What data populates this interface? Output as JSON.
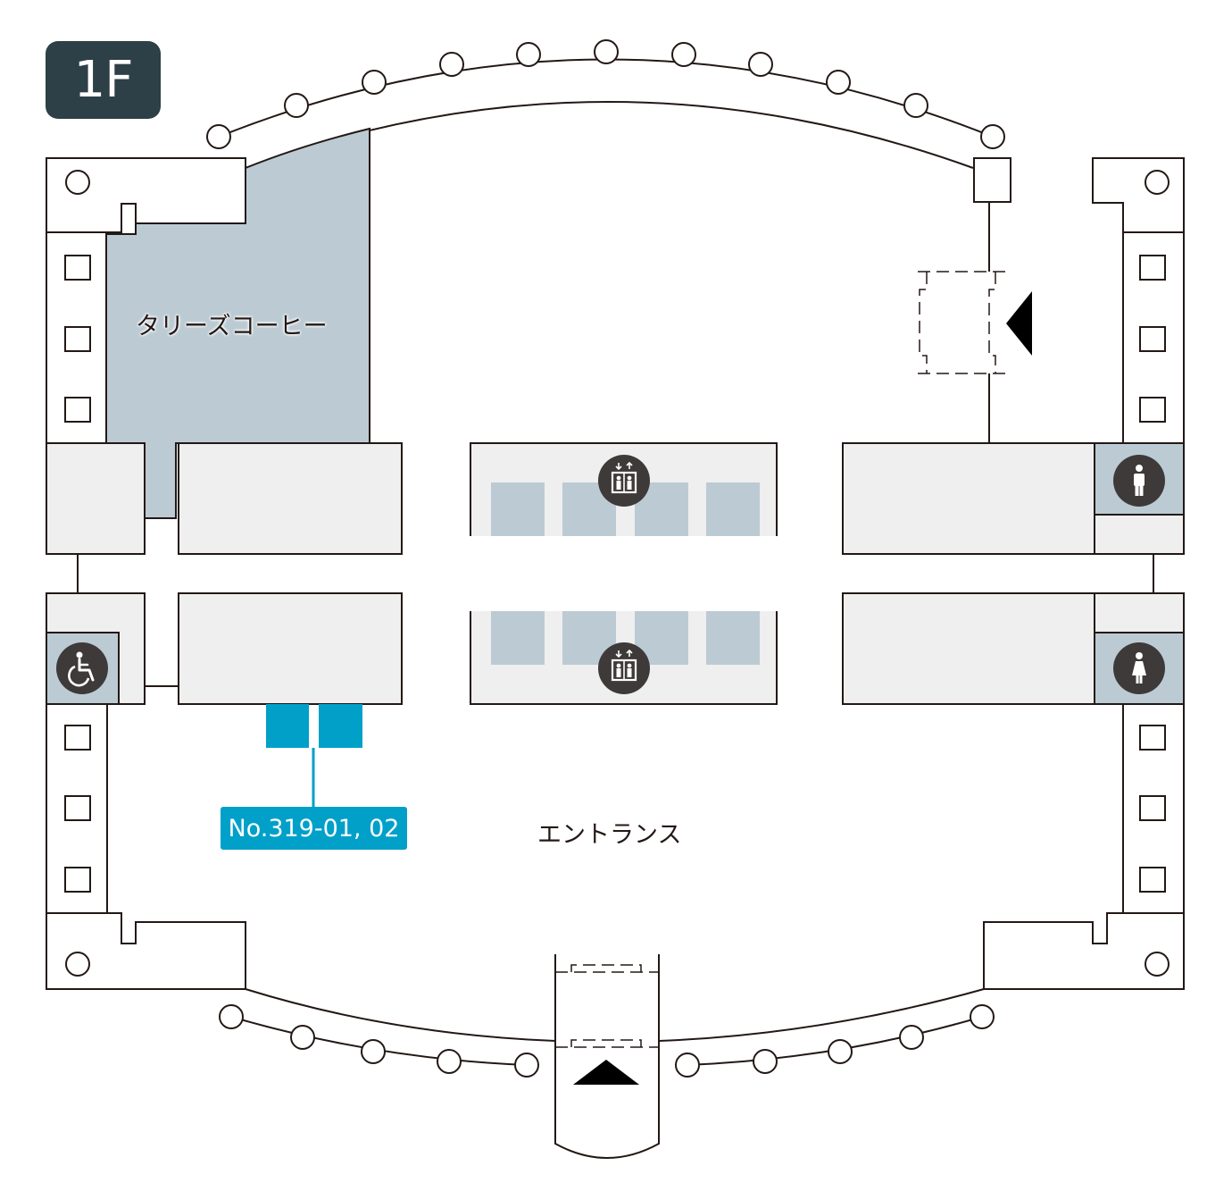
{
  "floor": {
    "label": "1F"
  },
  "shops": {
    "tullys": "タリーズコーヒー"
  },
  "areas": {
    "entrance": "エントランス"
  },
  "booth": {
    "label": "No.319-01, 02"
  },
  "icons": {
    "elevator_top": "elevator-icon",
    "elevator_bottom": "elevator-icon",
    "wheelchair": "wheelchair-icon",
    "restroom_men": "man-restroom-icon",
    "restroom_women": "woman-restroom-icon"
  },
  "colors": {
    "badge": "#2d3f47",
    "accent": "#00a0c9",
    "cafe": "#bccbd3",
    "icon": "#3e3a39",
    "outline": "#231815",
    "block": "#efefef"
  }
}
